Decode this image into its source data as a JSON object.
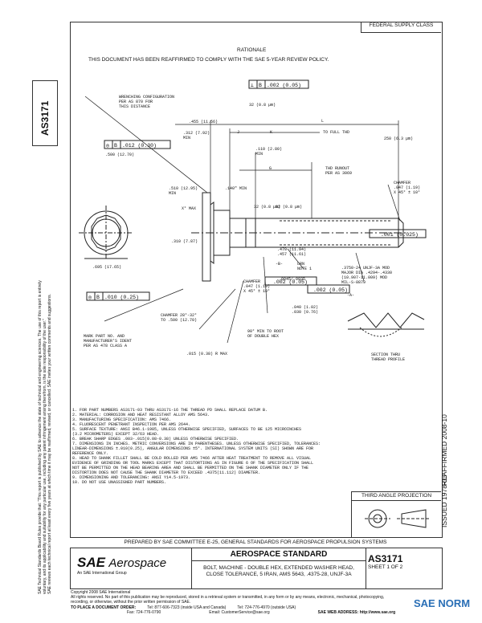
{
  "header": {
    "class_label": "FEDERAL SUPPLY CLASS",
    "rationale_label": "RATIONALE",
    "reaffirm_statement": "THIS DOCUMENT HAS BEEN REAFFIRMED TO COMPLY WITH THE SAE 5-YEAR REVIEW POLICY."
  },
  "doc_number": "AS3171",
  "side_notice": {
    "line1": "SAE Technical Standards Board Rules provide that: \"This report is published by SAE to advance the state of technical and engineering sciences. The use of this report is entirely",
    "line2": "voluntary, and its applicability and suitability for any particular use, including any patent infringement arising therefrom, is the sole responsibility of the user.\"",
    "line3": "SAE reviews each technical report at least every five years at which time it may be reaffirmed, revised, or cancelled. SAE invites your written comments and suggestions."
  },
  "right_margin": {
    "reaffirmed": "REAFFIRMED 2008-10",
    "issued": "ISSUED 1978-03"
  },
  "drawing": {
    "callouts": [
      "WRENCHING CONFIGURATION",
      "PER AS 870 FOR",
      "THIS DISTANCE",
      ".312 (7.92)",
      "MIN",
      ".455 (11.56)",
      "J",
      "K",
      "L",
      "TO FULL THD",
      "250 (6.3 µm)",
      "32 (0.8 µm)",
      ".110 (2.80)",
      "MIN",
      "G",
      "THD RUNOUT",
      "PER AS 3069",
      "32 (0.8 µm)",
      ".140\" MIN",
      "CHAMFER",
      ".047 (1.19)",
      "X 45° ± 10°",
      "X° MAX",
      "32 (0.8 µm)",
      ".510 (12.95)",
      "MIN",
      ".500 (12.70)",
      ".310 (7.87)",
      ".695 (17.65)",
      "-B-",
      "-A-",
      "LRN",
      "NOTE 1",
      ".0045/.0035",
      ".470 (11.94)",
      ".457 (11.61)",
      ".3750-24 UNJF-3A MOD",
      "MAJOR DIA .4294-.4330",
      "(10.907-11.009) MOD",
      "MIL-S-8879",
      "CHAMFER",
      ".047 (1.19)",
      "X 45° ± 10°",
      ".040 (1.02)",
      ".030 (0.76)",
      "CHAMFER 28°-32°",
      "TO .500 (12.70)",
      "MARK PART NO. AND",
      "MANUFACTURER'S IDENT",
      "PER AS 478 CLASS A",
      ".015 (0.38) R MAX",
      "90° MIN TO ROOT",
      "OF DOUBLE HEX",
      "SECTION THRU",
      "THREAD PROFILE"
    ],
    "fcf_top": ".002 (0.05)",
    "fcf_left": ".012 (0.30)",
    "fcf_b1": ".002 (0.05)",
    "fcf_b2": ".002 (0.05)",
    "fcf_c": ".001 (0.025)",
    "fcf_bottom": ".010 (0.25)",
    "fcf_sym_perp": "⊥",
    "fcf_sym_b": "B",
    "fcf_sym_a": "A",
    "fcf_sym_circ": "◎"
  },
  "notes": [
    "1.  FOR PART NUMBERS AS3171-03 THRU AS3171-16 THE THREAD PD SHALL REPLACE DATUM B.",
    "2.  MATERIAL: CORROSION AND HEAT RESISTANT ALLOY AMS 5643.",
    "3.  MANUFACTURING SPECIFICATION:  AMS 7466.",
    "4.  FLUORESCENT PENETRANT INSPECTION PER AMS 2644.",
    "5.  SURFACE TEXTURE:  ANSI  B46.1-1985, UNLESS OTHERWISE SPECIFIED, SURFACES TO BE 125 MICROINCHES",
    "     (3.2 MICROMETERS) EXCEPT 32/63 HEAD.",
    "6.  BREAK SHARP EDGES .003-.015(0.08-0.38) UNLESS OTHERWISE SPECIFIED.",
    "7.  DIMENSIONS IN INCHES.  METRIC CONVERSIONS ARE IN PARENTHESES.  UNLESS OTHERWISE SPECIFIED, TOLERANCES:",
    "     LINEAR-DIMENSIONS ±.010(0.25), ANGULAR DIMENSIONS ±5°.  INTERNATIONAL SYSTEM UNITS (SI) SHOWN ARE FOR",
    "     REFERENCE ONLY.",
    "8.  HEAD TO SHANK FILLET SHALL BE COLD ROLLED PER AMS 7466 AFTER HEAT TREATMENT TO REMOVE ALL VISUAL",
    "     EVIDENCE OF GRINDING OR TOOL MARKS EXCEPT THAT DISTORTIONS AS IN FIGURE 6 OF THE SPECIFICATION SHALL",
    "     NOT BE PERMITTED ON THE HEAD BEARING AREA AND SHALL BE PERMITTED ON THE SHANK DIAMETER ONLY IF THE",
    "     DISTORTION DOES NOT CAUSE THE SHANK DIAMETER TO EXCEED .4375(11.112) DIAMETER.",
    "9.  DIMENSIONING AND TOLERANCING:  ANSI Y14.5-1973.",
    "10.  DO NOT USE UNASSIGNED PART NUMBERS."
  ],
  "projection": {
    "title": "THIRD ANGLE PROJECTION"
  },
  "prepared_by": "PREPARED BY SAE COMMITTEE E-25, GENERAL STANDARDS FOR AEROSPACE PROPULSION SYSTEMS",
  "title_block": {
    "logo_sae": "SAE",
    "logo_aerospace": "Aerospace",
    "logo_tagline": "An SAE International Group",
    "standard_heading": "AEROSPACE STANDARD",
    "description_line1": "BOLT, MACHINE - DOUBLE HEX, EXTENDED WASHER HEAD,",
    "description_line2": "CLOSE TOLERANCE, 5 IRAN, AMS 5643, .4375-28, UNJF-3A",
    "doc_number": "AS3171",
    "sheet": "SHEET 1 OF 2"
  },
  "footer": {
    "copyright": "Copyright 2008 SAE International",
    "rights": "All rights reserved. No part of this publication may be reproduced, stored in a retrieval system or transmitted, in any form or by any means, electronic, mechanical, photocopying,",
    "rights2": "recording, or otherwise, without the prior written permission of SAE.",
    "order_label": "TO PLACE A DOCUMENT ORDER:",
    "tel": "Tel: 877-606-7323 (inside USA and Canada)",
    "tel2": "Tel: 724-776-4970 (outside USA)",
    "fax": "Fax: 724-776-0790",
    "email": "Email: CustomerService@sae.org",
    "web": "SAE WEB ADDRESS: http://www.sae.org"
  },
  "watermark": {
    "brand": "SAE NORM"
  }
}
